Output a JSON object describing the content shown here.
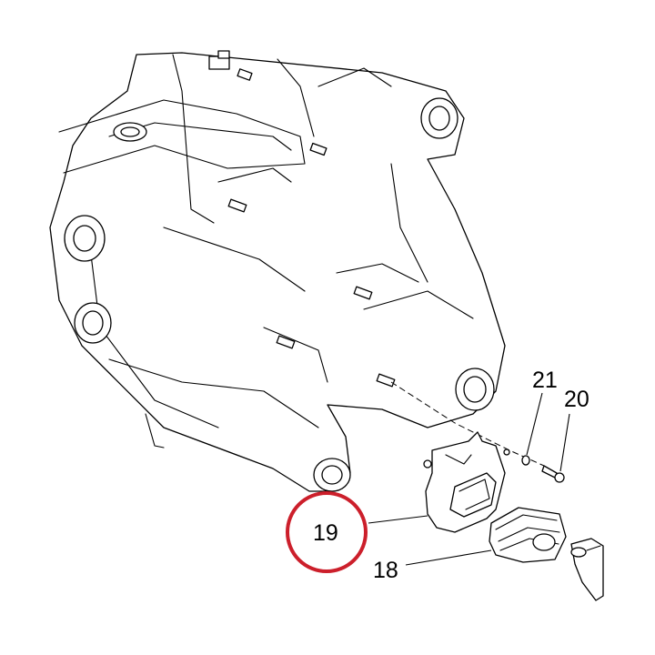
{
  "callouts": [
    {
      "id": "18",
      "label": "18"
    },
    {
      "id": "19",
      "label": "19",
      "highlighted": true
    },
    {
      "id": "20",
      "label": "20"
    },
    {
      "id": "21",
      "label": "21"
    }
  ],
  "highlight_color": "#cc1f2b"
}
